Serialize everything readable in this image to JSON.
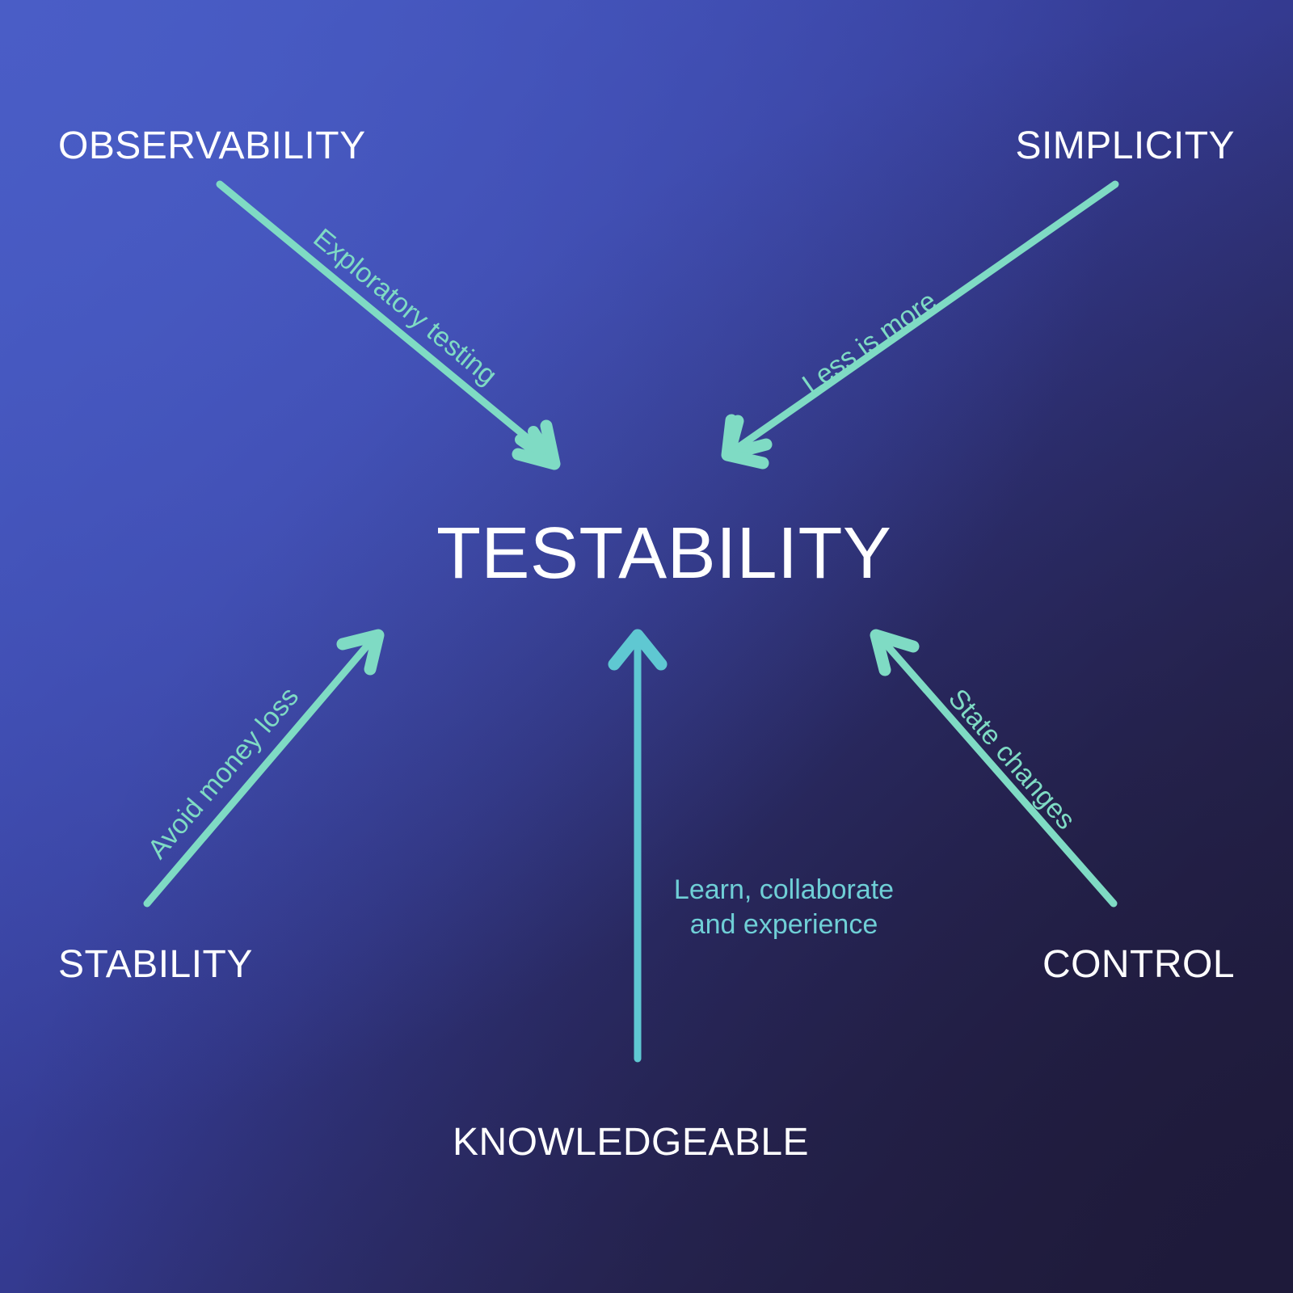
{
  "diagram": {
    "center": {
      "label": "TESTABILITY"
    },
    "nodes": [
      {
        "id": "observability",
        "label": "OBSERVABILITY"
      },
      {
        "id": "simplicity",
        "label": "SIMPLICITY"
      },
      {
        "id": "stability",
        "label": "STABILITY"
      },
      {
        "id": "control",
        "label": "CONTROL"
      },
      {
        "id": "knowledgeable",
        "label": "KNOWLEDGEABLE"
      }
    ],
    "edges": [
      {
        "id": "exploratory-testing",
        "from": "observability",
        "to": "testability",
        "label": "Exploratory testing"
      },
      {
        "id": "less-is-more",
        "from": "simplicity",
        "to": "testability",
        "label": "Less is more"
      },
      {
        "id": "avoid-money-loss",
        "from": "stability",
        "to": "testability",
        "label": "Avoid money loss"
      },
      {
        "id": "state-changes",
        "from": "control",
        "to": "testability",
        "label": "State changes"
      },
      {
        "id": "learn-collaborate",
        "from": "knowledgeable",
        "to": "testability",
        "label": "Learn, collaborate and experience"
      }
    ],
    "colors": {
      "text": "#ffffff",
      "arrow_diagonal": "#7fdbc4",
      "arrow_vertical": "#5fc8d2",
      "edge_label": "#7fdbc4",
      "edge_label_center": "#6fcfd6",
      "background_top_left": "#4257bf",
      "background_bottom_right": "#211c3d"
    }
  }
}
